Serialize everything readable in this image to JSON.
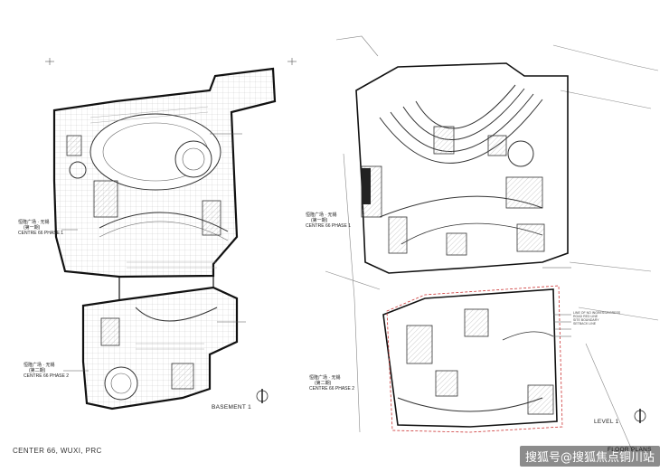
{
  "footer": {
    "project": "CENTER 66, WUXI, PRC"
  },
  "basement": {
    "title": "BASEMENT 1",
    "phase1": {
      "cn": "恒隆广场 · 无锡",
      "cn_sub": "(第一期)",
      "en": "CENTRE 66 PHASE 1"
    },
    "phase2": {
      "cn": "恒隆广场 · 无锡",
      "cn_sub": "(第二期)",
      "en": "CENTRE 66 PHASE 2"
    }
  },
  "level1": {
    "title": "LEVEL 1",
    "phase1": {
      "cn": "恒隆广场 · 无锡",
      "cn_sub": "(第一期)",
      "en": "CENTRE 66 PHASE 1"
    },
    "phase2": {
      "cn": "恒隆广场 · 无锡",
      "cn_sub": "(第二期)",
      "en": "CENTRE 66 PHASE 2"
    },
    "annotations": [
      "LINE OF NO INGRESS/EGRESS",
      "ROAD RED LINE",
      "SITE BOUNDARY",
      "SETBACK LINE"
    ],
    "sheet_label": "FLOOR PLANS"
  },
  "watermark": "搜狐号@搜狐焦点铜川站"
}
